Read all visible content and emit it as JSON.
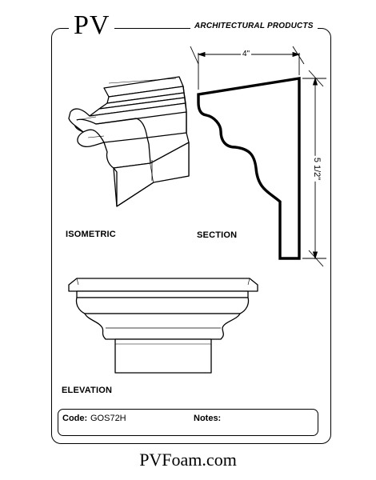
{
  "header": {
    "brand": "PV",
    "subtitle": "ARCHITECTURAL PRODUCTS"
  },
  "views": {
    "isometric_label": "ISOMETRIC",
    "section_label": "SECTION",
    "elevation_label": "ELEVATION"
  },
  "dimensions": {
    "width": "4\"",
    "height": "5 1/2\""
  },
  "info": {
    "code_label": "Code:",
    "code_value": "GOS72H",
    "notes_label": "Notes:"
  },
  "footer": {
    "website": "PVFoam.com"
  }
}
